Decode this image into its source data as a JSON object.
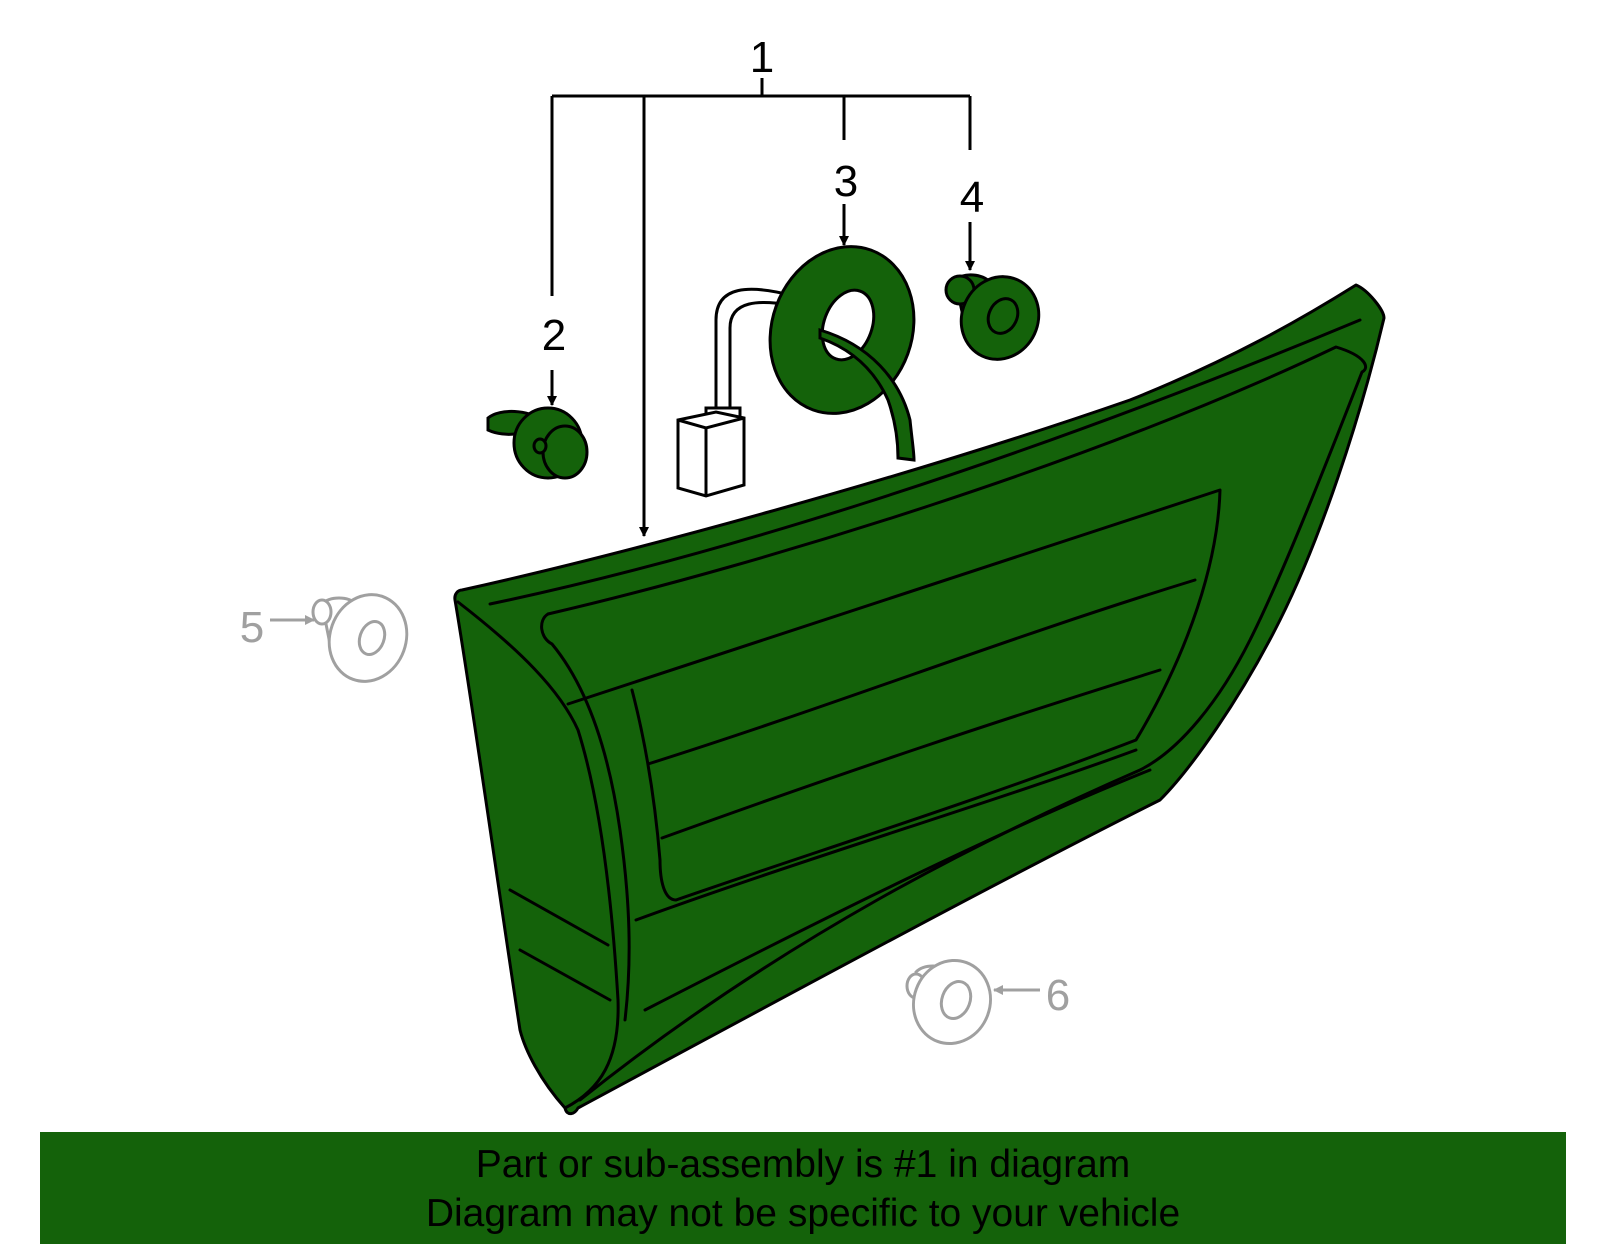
{
  "colors": {
    "part_fill": "#14620a",
    "outline": "#000000",
    "ghost_part": "#a0a0a0",
    "banner_bg": "#14620a",
    "background": "#ffffff"
  },
  "callouts": {
    "c1": "1",
    "c2": "2",
    "c3": "3",
    "c4": "4",
    "c5": "5",
    "c6": "6"
  },
  "parts": [
    {
      "number": "1",
      "name": "tail-lamp-assembly",
      "highlighted": true
    },
    {
      "number": "2",
      "name": "push-clip",
      "highlighted": true
    },
    {
      "number": "3",
      "name": "socket-harness-grommet",
      "highlighted": true
    },
    {
      "number": "4",
      "name": "bushing-nut",
      "highlighted": true
    },
    {
      "number": "5",
      "name": "nut-left",
      "highlighted": false
    },
    {
      "number": "6",
      "name": "nut-right",
      "highlighted": false
    }
  ],
  "banner": {
    "line1": "Part or sub-assembly is #1 in diagram",
    "line2": "Diagram may not be specific to your vehicle"
  }
}
